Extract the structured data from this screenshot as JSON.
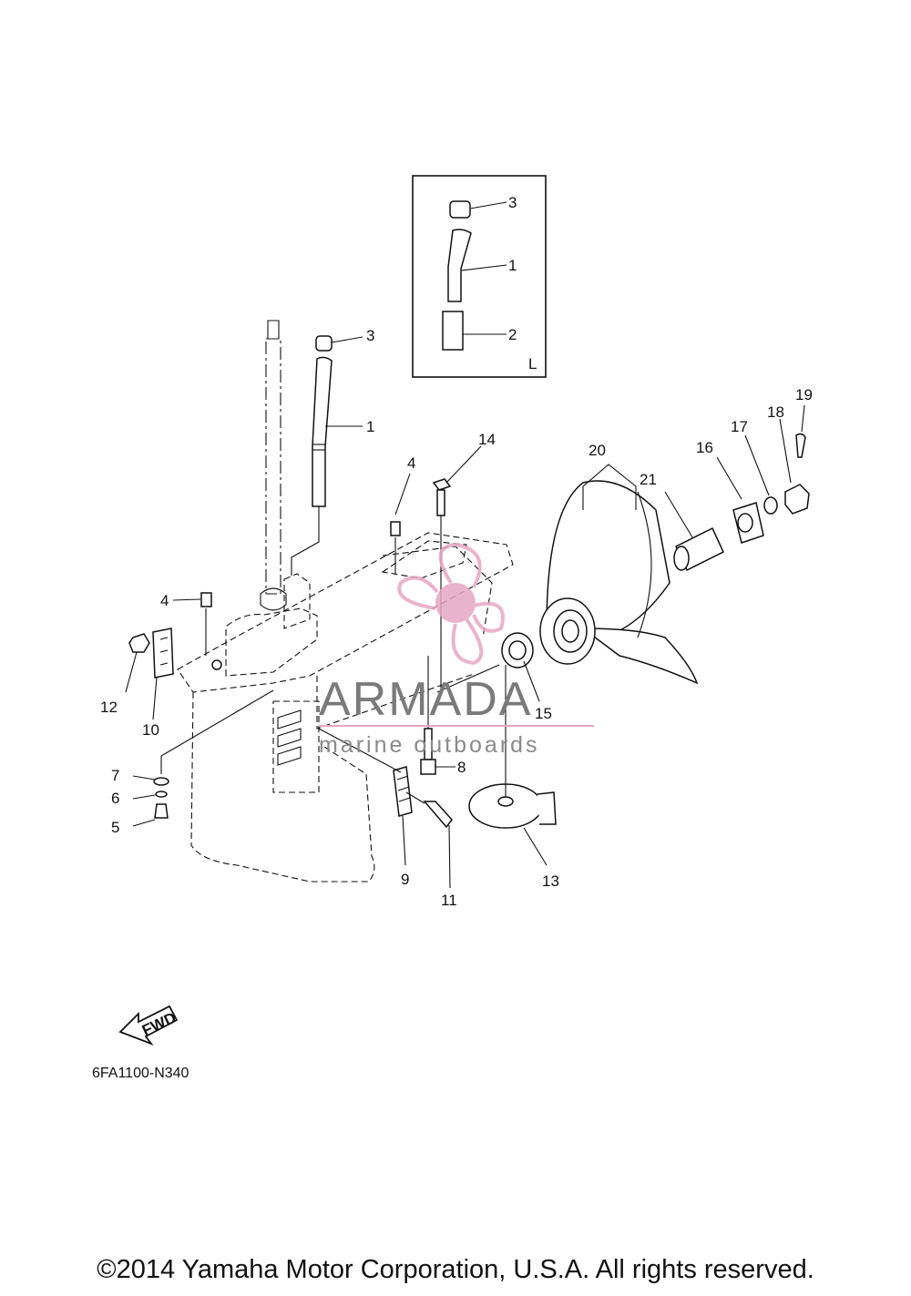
{
  "inset": {
    "letter": "L",
    "callouts": [
      "3",
      "1",
      "2"
    ]
  },
  "callouts": {
    "c1": "1",
    "c2": "2",
    "c3": "3",
    "c4a": "4",
    "c4b": "4",
    "c5": "5",
    "c6": "6",
    "c7": "7",
    "c8": "8",
    "c9": "9",
    "c10": "10",
    "c11": "11",
    "c12": "12",
    "c13": "13",
    "c14": "14",
    "c15": "15",
    "c16": "16",
    "c17": "17",
    "c18": "18",
    "c19": "19",
    "c20": "20",
    "c21": "21"
  },
  "watermark": {
    "title": "ARMADA",
    "subtitle": "marine outboards",
    "accent": "#e7a6c4",
    "text_color": "#7a7a7a"
  },
  "fwd_label": "FWD",
  "diagram_code": "6FA1100-N340",
  "copyright": "©2014 Yamaha Motor Corporation, U.S.A. All rights reserved."
}
